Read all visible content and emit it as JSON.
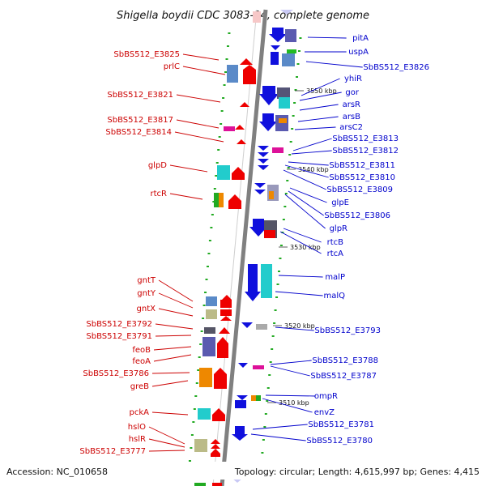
{
  "title": "Shigella boydii CDC 3083-94, complete genome",
  "footer": {
    "accession": "Accession: NC_010658",
    "topology": "Topology: circular; Length: 4,615,997 bp; Genes: 4,415"
  },
  "colors": {
    "forward": "#ee0000",
    "reverse": "#1010dd",
    "backbone": "#808080",
    "left_label": "#cc0000",
    "right_label": "#0000cc",
    "tick": "#22aa22"
  },
  "kbp_labels": [
    "3550 kbp",
    "3540 kbp",
    "3530 kbp",
    "3520 kbp",
    "3510 kbp"
  ],
  "left_genes": [
    "SbBS512_E3825",
    "prlC",
    "SbBS512_E3821",
    "SbBS512_E3817",
    "SbBS512_E3814",
    "glpD",
    "rtcR",
    "gntT",
    "gntY",
    "gntX",
    "SbBS512_E3792",
    "SbBS512_E3791",
    "feoB",
    "feoA",
    "SbBS512_E3786",
    "greB",
    "pckA",
    "hslO",
    "hslR",
    "SbBS512_E3777"
  ],
  "right_genes": [
    "pitA",
    "uspA",
    "SbBS512_E3826",
    "yhiR",
    "gor",
    "arsR",
    "arsB",
    "arsC2",
    "SbBS512_E3813",
    "SbBS512_E3812",
    "SbBS512_E3811",
    "SbBS512_E3810",
    "SbBS512_E3809",
    "glpE",
    "SbBS512_E3806",
    "glpR",
    "rtcB",
    "rtcA",
    "malP",
    "malQ",
    "SbBS512_E3793",
    "SbBS512_E3788",
    "SbBS512_E3787",
    "ompR",
    "envZ",
    "SbBS512_E3781",
    "SbBS512_E3780"
  ]
}
